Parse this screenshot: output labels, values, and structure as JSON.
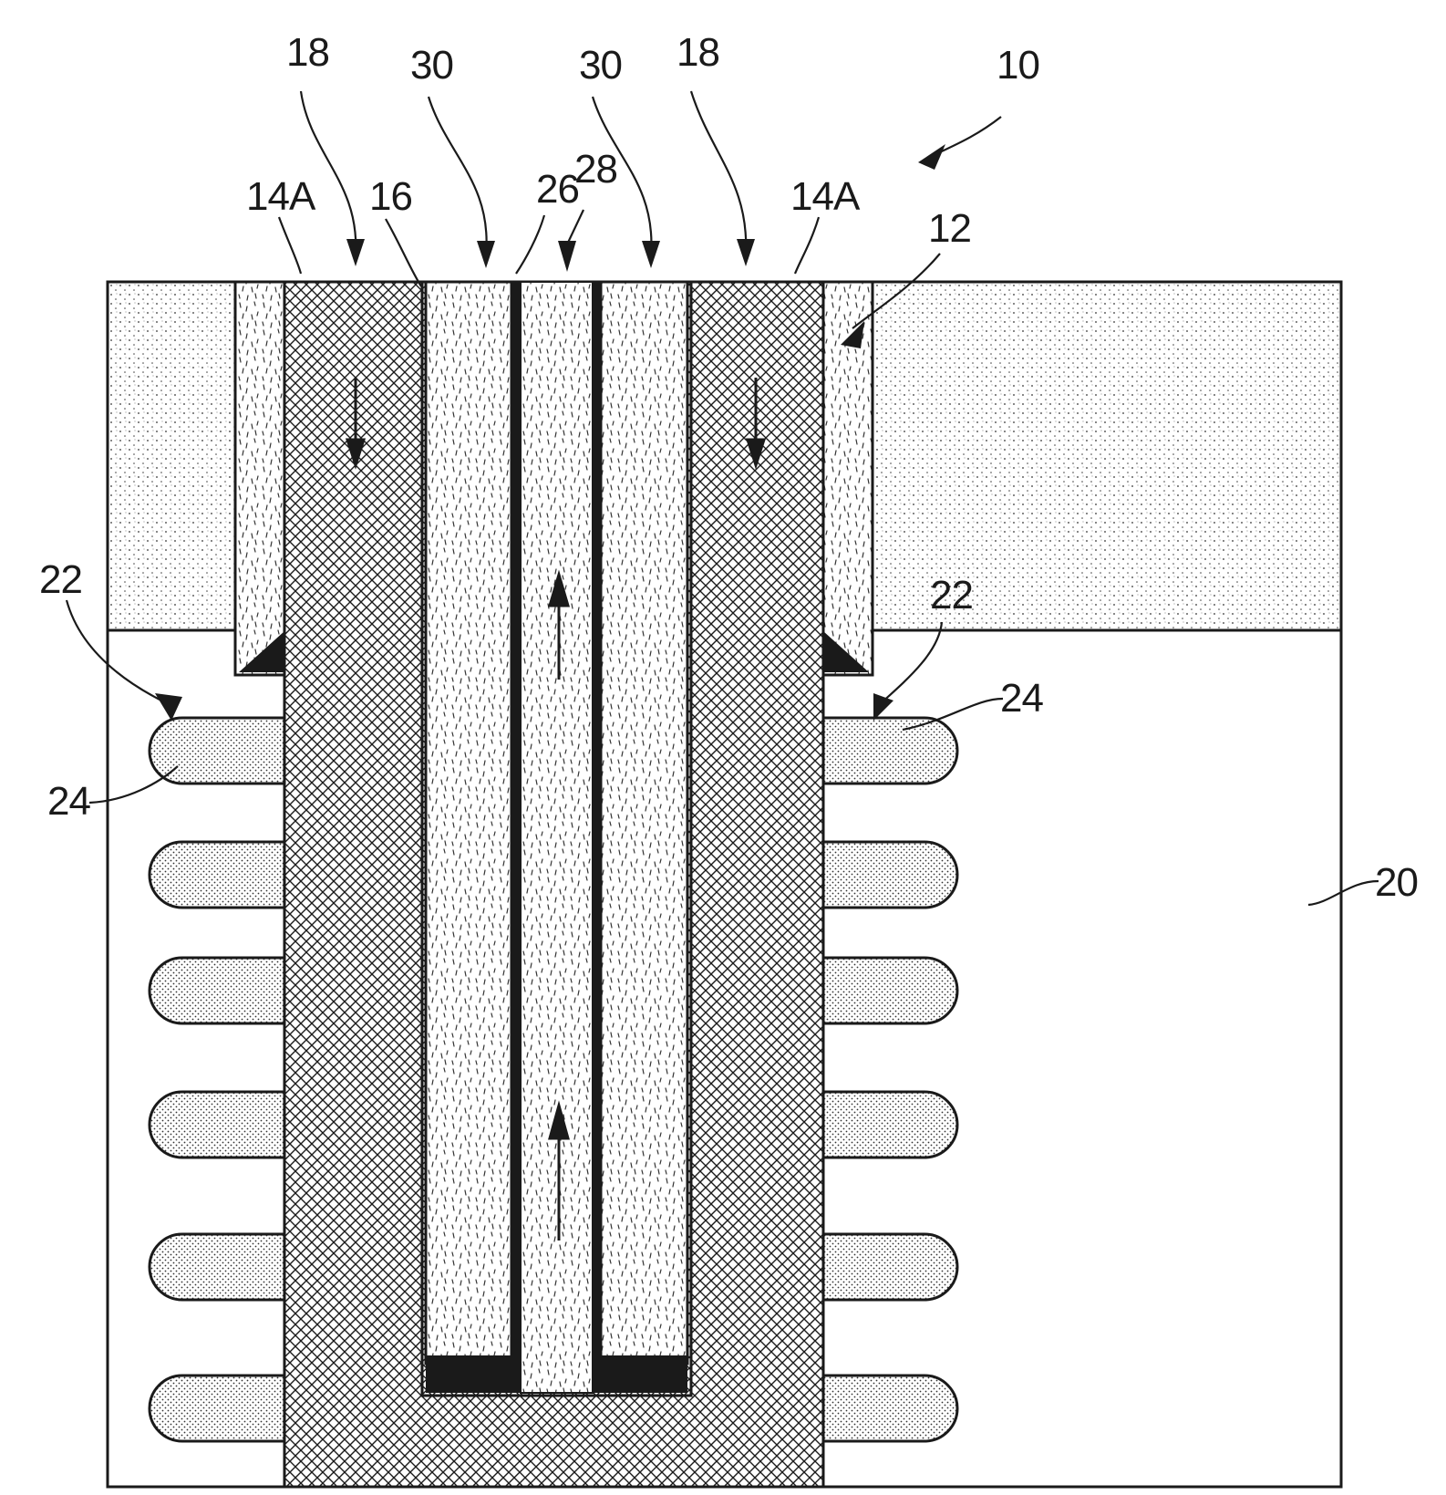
{
  "figure": {
    "labels": {
      "device": "10",
      "top_notch": "12",
      "outer_sleeve_left": "14A",
      "outer_sleeve_right": "14A",
      "inner_wall": "16",
      "downflow_left": "18",
      "downflow_right": "18",
      "surrounding_body": "20",
      "fin_set_left": "22",
      "fin_set_right": "22",
      "fin_left": "24",
      "fin_right": "24",
      "center_liner": "26",
      "center_channel": "28",
      "insulation_left": "30",
      "insulation_right": "30"
    },
    "colors": {
      "ink": "#1a1a1a",
      "paper": "#ffffff"
    },
    "icons": {
      "down_flow": "down-arrow-icon",
      "up_flow": "up-arrow-icon"
    }
  }
}
